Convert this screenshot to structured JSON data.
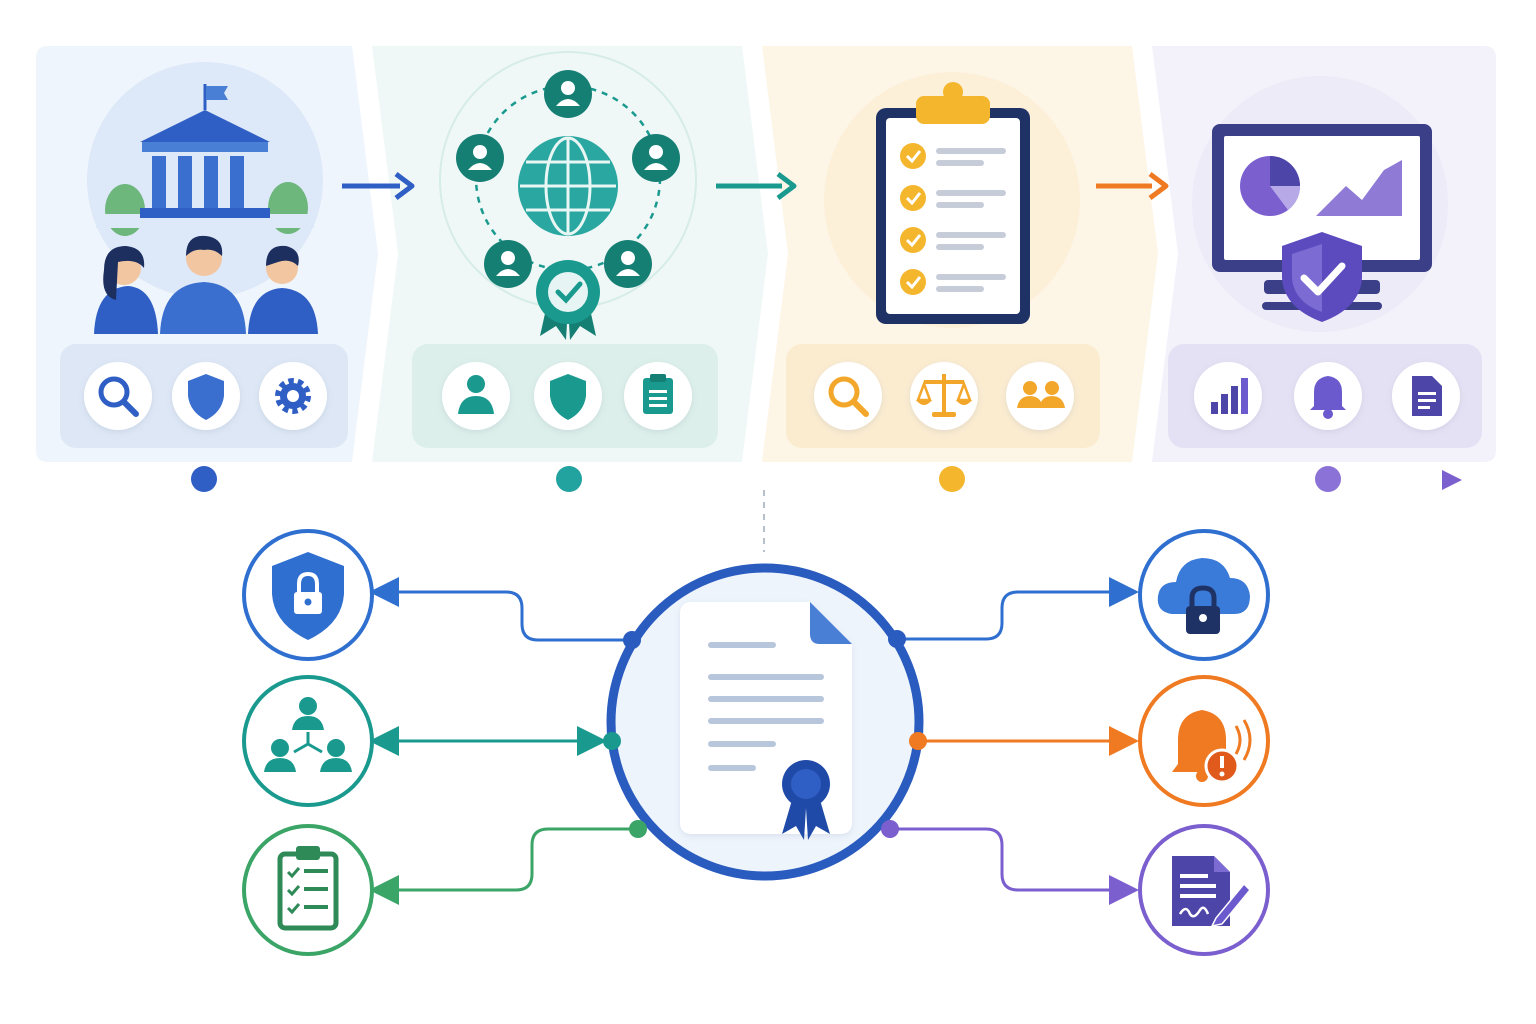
{
  "stages": [
    {
      "key": "governance",
      "color": "#2f5fc4",
      "panel_fill": "#eaf2fb",
      "main_icon": "institution-with-team-icon",
      "sub_icons": [
        "search-icon",
        "shield-icon",
        "gear-icon"
      ]
    },
    {
      "key": "network",
      "color": "#1a9a8f",
      "panel_fill": "#eaf6f3",
      "main_icon": "global-network-certified-icon",
      "sub_icons": [
        "user-icon",
        "shield-icon",
        "clipboard-icon"
      ]
    },
    {
      "key": "review",
      "color": "#f4b62c",
      "panel_fill": "#fdf4e3",
      "main_icon": "checklist-clipboard-icon",
      "sub_icons": [
        "search-icon",
        "scales-icon",
        "users-icon"
      ]
    },
    {
      "key": "monitoring",
      "color": "#6a5acd",
      "panel_fill": "#f1eff9",
      "main_icon": "secure-dashboard-monitor-icon",
      "sub_icons": [
        "bar-chart-icon",
        "bell-icon",
        "document-icon"
      ]
    }
  ],
  "arrow_colors": [
    "#2f5fc4",
    "#1a9a8f",
    "#ef7a22"
  ],
  "hub": {
    "icon": "certified-document-icon",
    "ring_color": "#2a5bbf",
    "fill": "#eef4fc"
  },
  "nodes_left": [
    {
      "icon": "shield-lock-icon",
      "color": "#2f6fd0"
    },
    {
      "icon": "team-hierarchy-icon",
      "color": "#1a9a8f"
    },
    {
      "icon": "checklist-icon",
      "color": "#3aa566"
    }
  ],
  "nodes_right": [
    {
      "icon": "cloud-lock-icon",
      "color": "#2f6fd0"
    },
    {
      "icon": "alert-bell-icon",
      "color": "#ef7a22"
    },
    {
      "icon": "signed-document-icon",
      "color": "#7b5fcf"
    }
  ]
}
